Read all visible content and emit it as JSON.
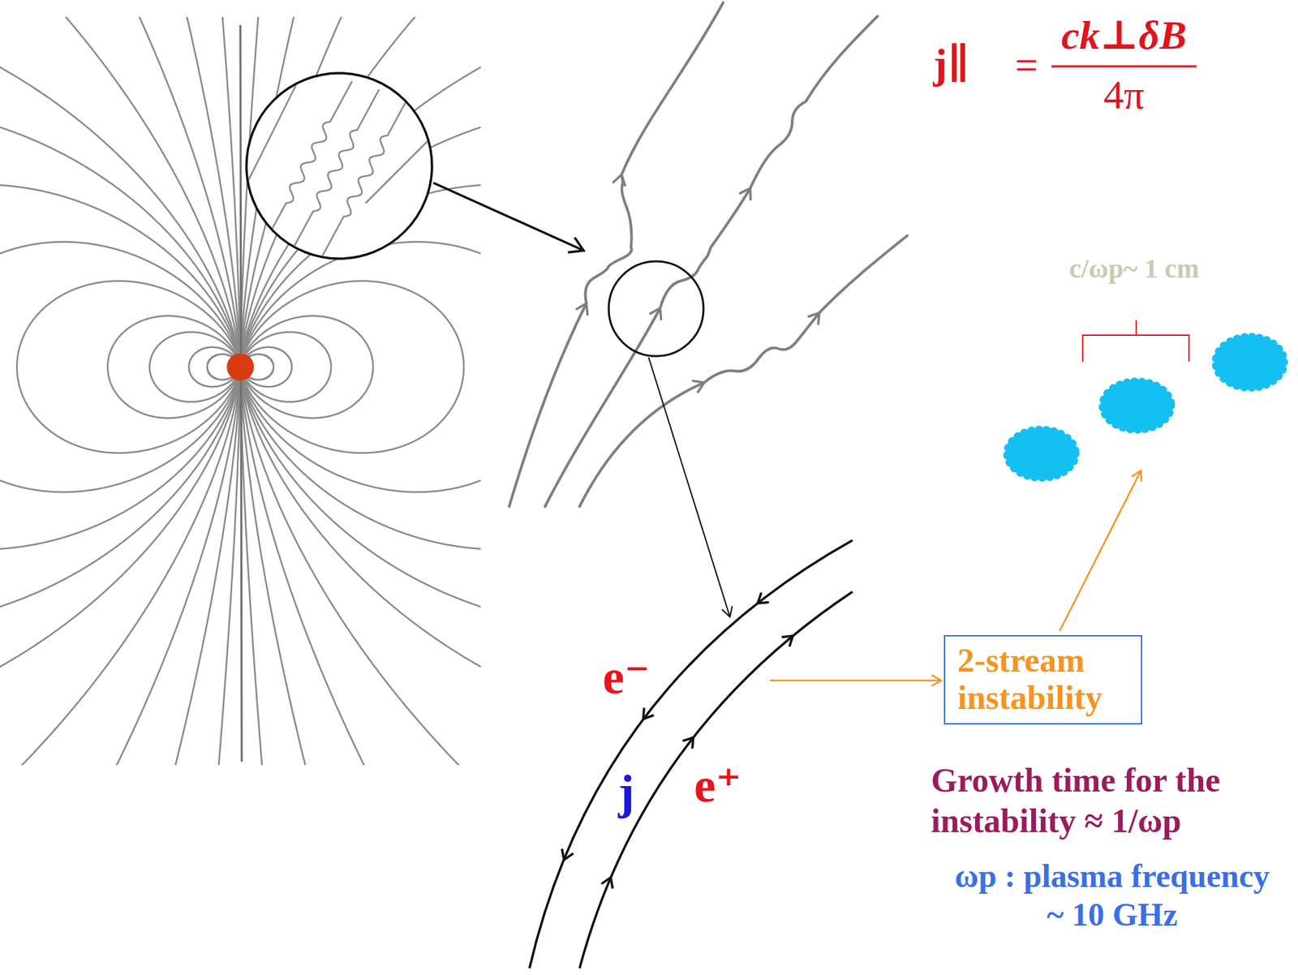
{
  "diagram": {
    "nodes": [
      {
        "text": [
          "2-stream instability"
        ]
      }
    ],
    "labels": [
      "j∥",
      "=",
      "ck⊥δB",
      "4π",
      "c/ωp~ 1 cm",
      "e⁻",
      "j",
      "e⁺",
      "Growth time for the instability ≈ 1/ωp",
      "ωp : plasma frequency ~ 10 GHz"
    ]
  }
}
